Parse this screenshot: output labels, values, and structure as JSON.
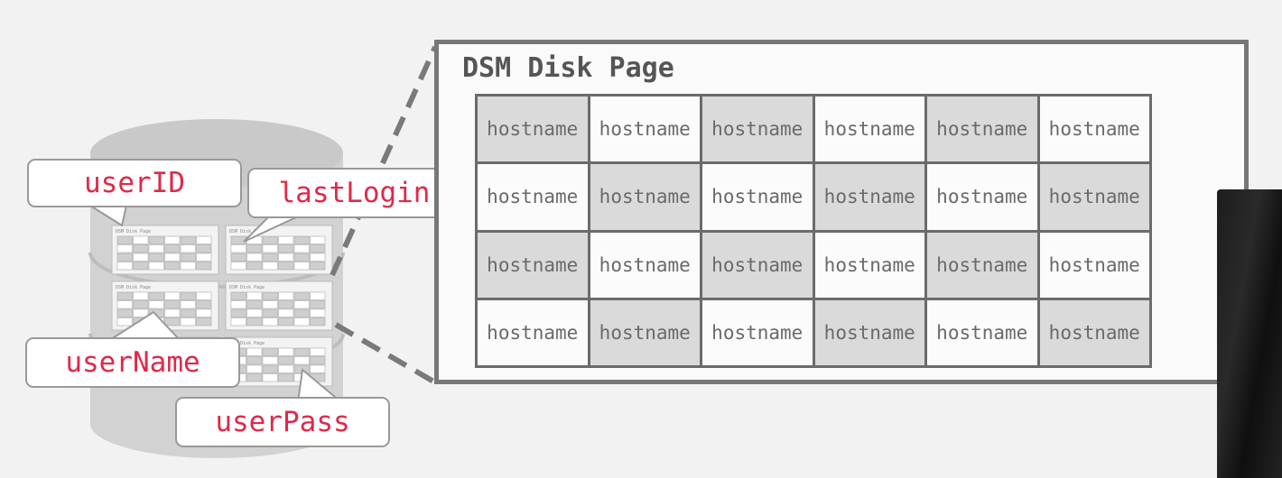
{
  "page": {
    "title": "DSM Disk Page"
  },
  "grid": {
    "cell_text": "hostname",
    "rows": [
      [
        "hostname",
        "hostname",
        "hostname",
        "hostname",
        "hostname",
        "hostname"
      ],
      [
        "hostname",
        "hostname",
        "hostname",
        "hostname",
        "hostname",
        "hostname"
      ],
      [
        "hostname",
        "hostname",
        "hostname",
        "hostname",
        "hostname",
        "hostname"
      ],
      [
        "hostname",
        "hostname",
        "hostname",
        "hostname",
        "hostname",
        "hostname"
      ]
    ],
    "shading": [
      [
        "dark",
        "light",
        "dark",
        "light",
        "dark",
        "light"
      ],
      [
        "light",
        "dark",
        "light",
        "dark",
        "light",
        "dark"
      ],
      [
        "dark",
        "light",
        "dark",
        "light",
        "dark",
        "light"
      ],
      [
        "light",
        "dark",
        "light",
        "dark",
        "light",
        "dark"
      ]
    ]
  },
  "callouts": {
    "user_id": "userID",
    "last_login": "lastLogin",
    "user_name": "userName",
    "user_pass": "userPass"
  },
  "mini_page_label": "DSM Disk Page",
  "colors": {
    "callout_text": "#e0294a",
    "border": "#777777",
    "cell_dark": "#dadada",
    "cell_light": "#fbfbfb"
  }
}
